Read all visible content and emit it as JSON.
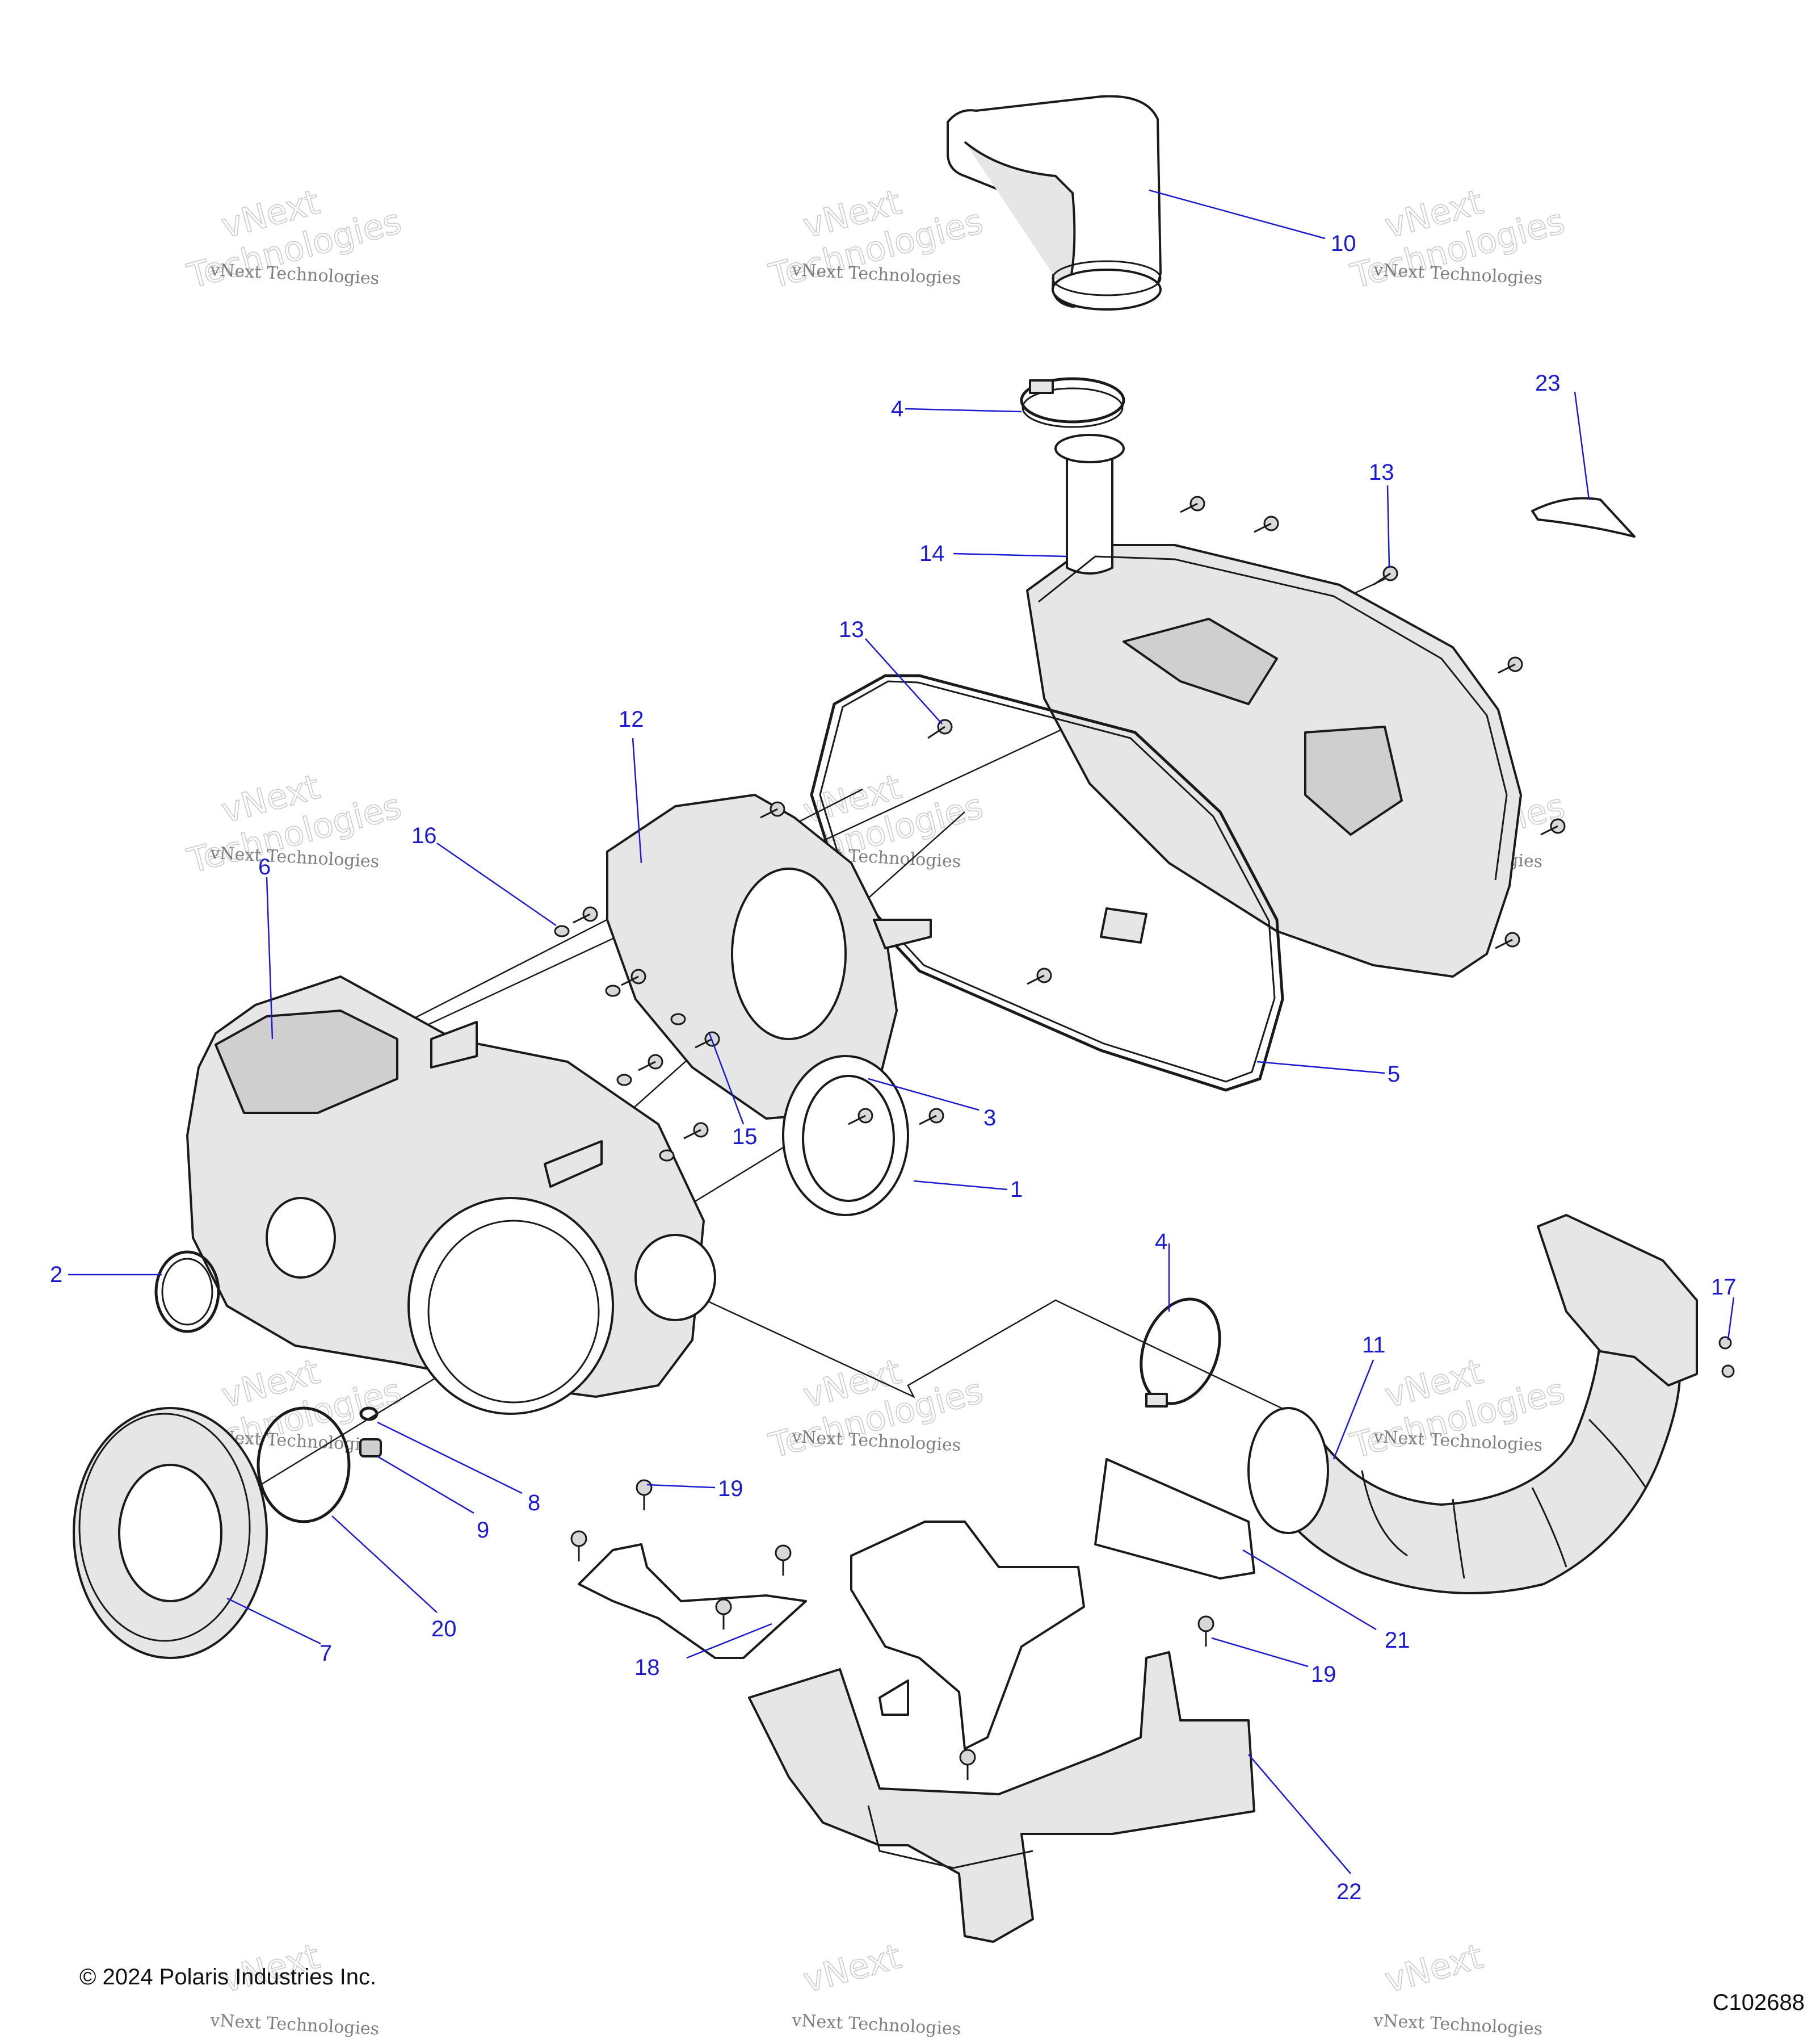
{
  "watermark": {
    "line1": "vNext",
    "line2": "Technologies",
    "full": "vNext Technologies"
  },
  "callouts": [
    {
      "id": "c1",
      "label": "1"
    },
    {
      "id": "c2",
      "label": "2"
    },
    {
      "id": "c3",
      "label": "3"
    },
    {
      "id": "c4a",
      "label": "4"
    },
    {
      "id": "c4b",
      "label": "4"
    },
    {
      "id": "c5",
      "label": "5"
    },
    {
      "id": "c6",
      "label": "6"
    },
    {
      "id": "c7",
      "label": "7"
    },
    {
      "id": "c8",
      "label": "8"
    },
    {
      "id": "c9",
      "label": "9"
    },
    {
      "id": "c10",
      "label": "10"
    },
    {
      "id": "c11",
      "label": "11"
    },
    {
      "id": "c12",
      "label": "12"
    },
    {
      "id": "c13a",
      "label": "13"
    },
    {
      "id": "c13b",
      "label": "13"
    },
    {
      "id": "c14",
      "label": "14"
    },
    {
      "id": "c15",
      "label": "15"
    },
    {
      "id": "c16",
      "label": "16"
    },
    {
      "id": "c17",
      "label": "17"
    },
    {
      "id": "c18",
      "label": "18"
    },
    {
      "id": "c19a",
      "label": "19"
    },
    {
      "id": "c19b",
      "label": "19"
    },
    {
      "id": "c20",
      "label": "20"
    },
    {
      "id": "c21",
      "label": "21"
    },
    {
      "id": "c22",
      "label": "22"
    },
    {
      "id": "c23",
      "label": "23"
    }
  ],
  "footer": {
    "copyright": "© 2024 Polaris Industries Inc.",
    "drawing_id": "C102688"
  },
  "colors": {
    "callout": "#1a1ad4",
    "line": "#1a1a1a",
    "part_fill": "#e6e6e6"
  }
}
